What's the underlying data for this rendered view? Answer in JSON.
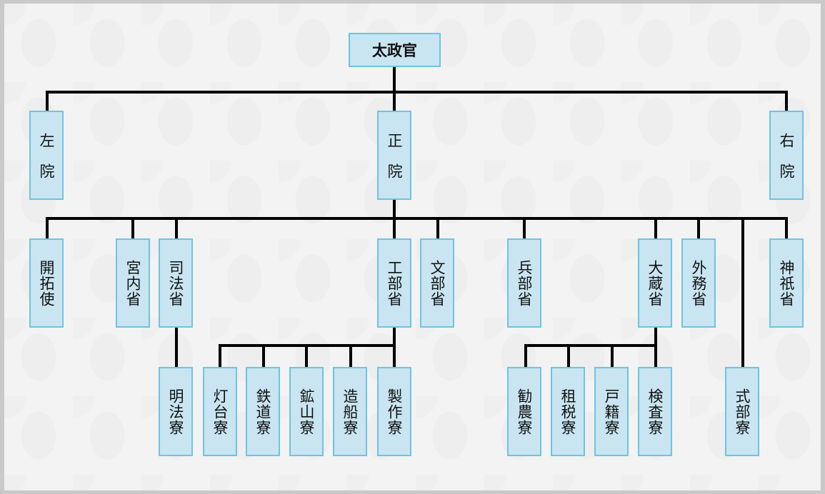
{
  "diagram": {
    "title": "太政官",
    "root": {
      "id": "dajokan",
      "label": "太政官"
    },
    "level1": [
      {
        "id": "sain",
        "label": "左院"
      },
      {
        "id": "sein",
        "label": "正院"
      },
      {
        "id": "uin",
        "label": "右院"
      }
    ],
    "level2": [
      {
        "id": "kaitakushi",
        "label": "開拓使"
      },
      {
        "id": "kunaisho",
        "label": "宮内省"
      },
      {
        "id": "shihosho",
        "label": "司法省"
      },
      {
        "id": "kobusho",
        "label": "工部省"
      },
      {
        "id": "monbusho",
        "label": "文部省"
      },
      {
        "id": "hyobusho",
        "label": "兵部省"
      },
      {
        "id": "okurasho",
        "label": "大蔵省"
      },
      {
        "id": "gaimusho",
        "label": "外務省"
      },
      {
        "id": "jingisho",
        "label": "神祇省"
      }
    ],
    "level3": [
      {
        "id": "meihoryo",
        "label": "明法寮",
        "parent": "shihosho"
      },
      {
        "id": "todairyo",
        "label": "灯台寮",
        "parent": "kobusho"
      },
      {
        "id": "tetsudoryo",
        "label": "鉄道寮",
        "parent": "kobusho"
      },
      {
        "id": "kozanryo",
        "label": "鉱山寮",
        "parent": "kobusho"
      },
      {
        "id": "zosenryo",
        "label": "造船寮",
        "parent": "kobusho"
      },
      {
        "id": "seisakuryo",
        "label": "製作寮",
        "parent": "kobusho"
      },
      {
        "id": "kannoryo",
        "label": "勧農寮",
        "parent": "okurasho"
      },
      {
        "id": "sozeiryo",
        "label": "租税寮",
        "parent": "okurasho"
      },
      {
        "id": "kosekiryo",
        "label": "戸籍寮",
        "parent": "okurasho"
      },
      {
        "id": "kensaryo",
        "label": "検査寮",
        "parent": "okurasho"
      },
      {
        "id": "shikiburyo",
        "label": "式部寮",
        "parent": "sein"
      }
    ],
    "colors": {
      "box_fill": "#c8e5f1",
      "box_border": "#6ec4e0",
      "connector": "#000000",
      "background": "#f3f3f3"
    }
  }
}
